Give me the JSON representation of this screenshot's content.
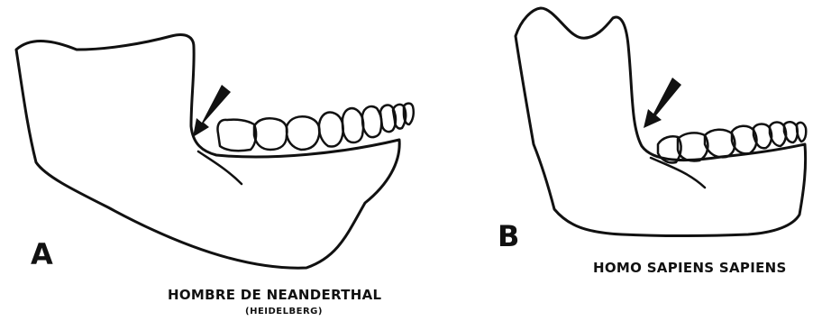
{
  "panels": [
    {
      "letter": "A",
      "caption": "HOMBRE DE NEANDERTHAL",
      "subcaption": "(HEIDELBERG)"
    },
    {
      "letter": "B",
      "caption": "HOMO SAPIENS SAPIENS"
    }
  ],
  "colors": {
    "line": "#111111",
    "background": "#ffffff"
  }
}
